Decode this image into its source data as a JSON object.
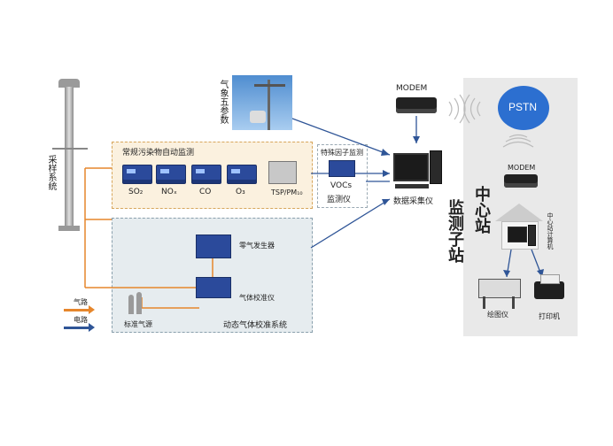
{
  "labels": {
    "sampling_system": "采样系统",
    "weather": "气象五参数",
    "pollutant_title": "常规污染物自动监测",
    "so2": "SO₂",
    "nox": "NOₓ",
    "co": "CO",
    "o3": "O₃",
    "tsp": "TSP/PM₁₀",
    "special_title": "特殊因子监测",
    "vocs": "VOCs",
    "vocs_monitor": "监测仪",
    "zero_gas": "零气发生器",
    "gas_calibrator": "气体校准仪",
    "standard_gas": "标准气源",
    "calib_system": "动态气体校准系统",
    "gas_path": "气路",
    "circuit": "电路",
    "modem_top": "MODEM",
    "data_collector": "数据采集仪",
    "substation": "监测子站",
    "pstn": "PSTN",
    "modem_right": "MODEM",
    "central_station": "中心站",
    "central_computer": "中心站计算机",
    "plotter": "绘图仪",
    "printer": "打印机"
  },
  "colors": {
    "gas_path": "#e6862c",
    "circuit": "#2f5597",
    "pstn": "#2c6fd0"
  }
}
